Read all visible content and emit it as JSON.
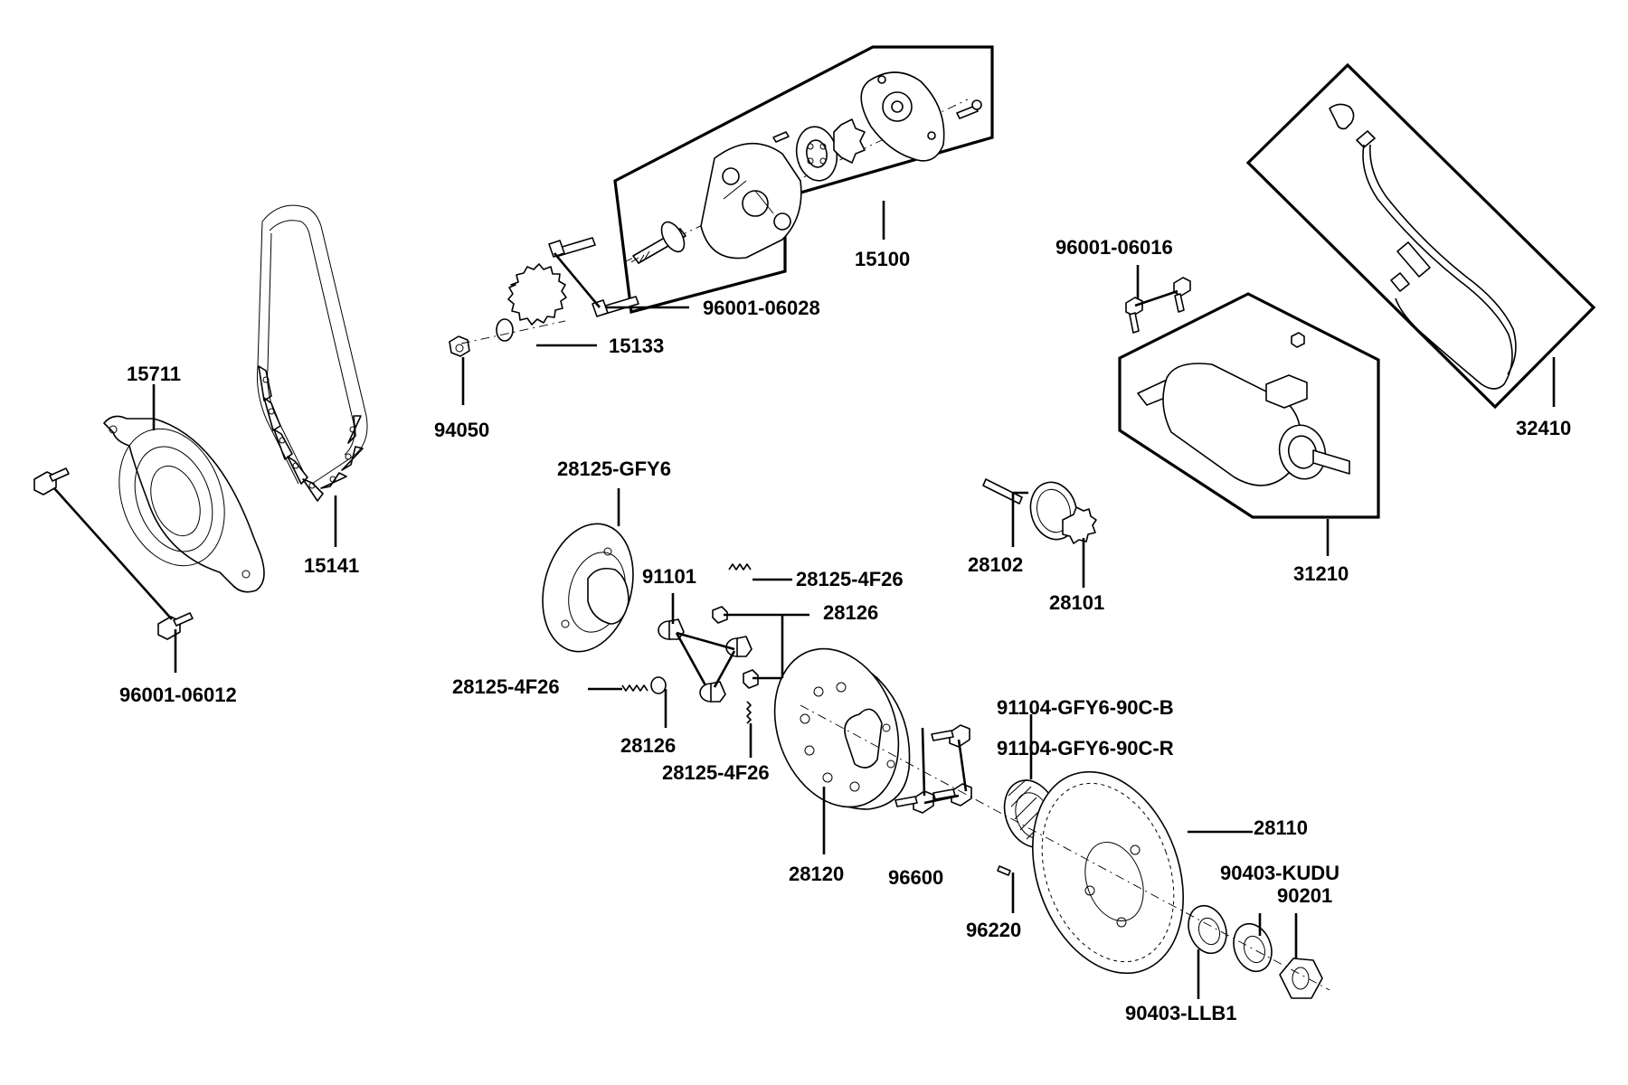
{
  "labels": {
    "p15100": "15100",
    "p96001_06028": "96001-06028",
    "p15133": "15133",
    "p94050": "94050",
    "p15711": "15711",
    "p15141": "15141",
    "p96001_06012": "96001-06012",
    "p28125_GFY6": "28125-GFY6",
    "p91101": "91101",
    "p28125_4F26_a": "28125-4F26",
    "p28126_a": "28126",
    "p28125_4F26_b": "28125-4F26",
    "p28126_b": "28126",
    "p28125_4F26_c": "28125-4F26",
    "p96001_06016": "96001-06016",
    "p32410": "32410",
    "p31210": "31210",
    "p28102": "28102",
    "p28101": "28101",
    "p91104_B": "91104-GFY6-90C-B",
    "p91104_R": "91104-GFY6-90C-R",
    "p28110": "28110",
    "p28120": "28120",
    "p96600": "96600",
    "p96220": "96220",
    "p90403_KUDU": "90403-KUDU",
    "p90201": "90201",
    "p90403_LLB1": "90403-LLB1"
  }
}
